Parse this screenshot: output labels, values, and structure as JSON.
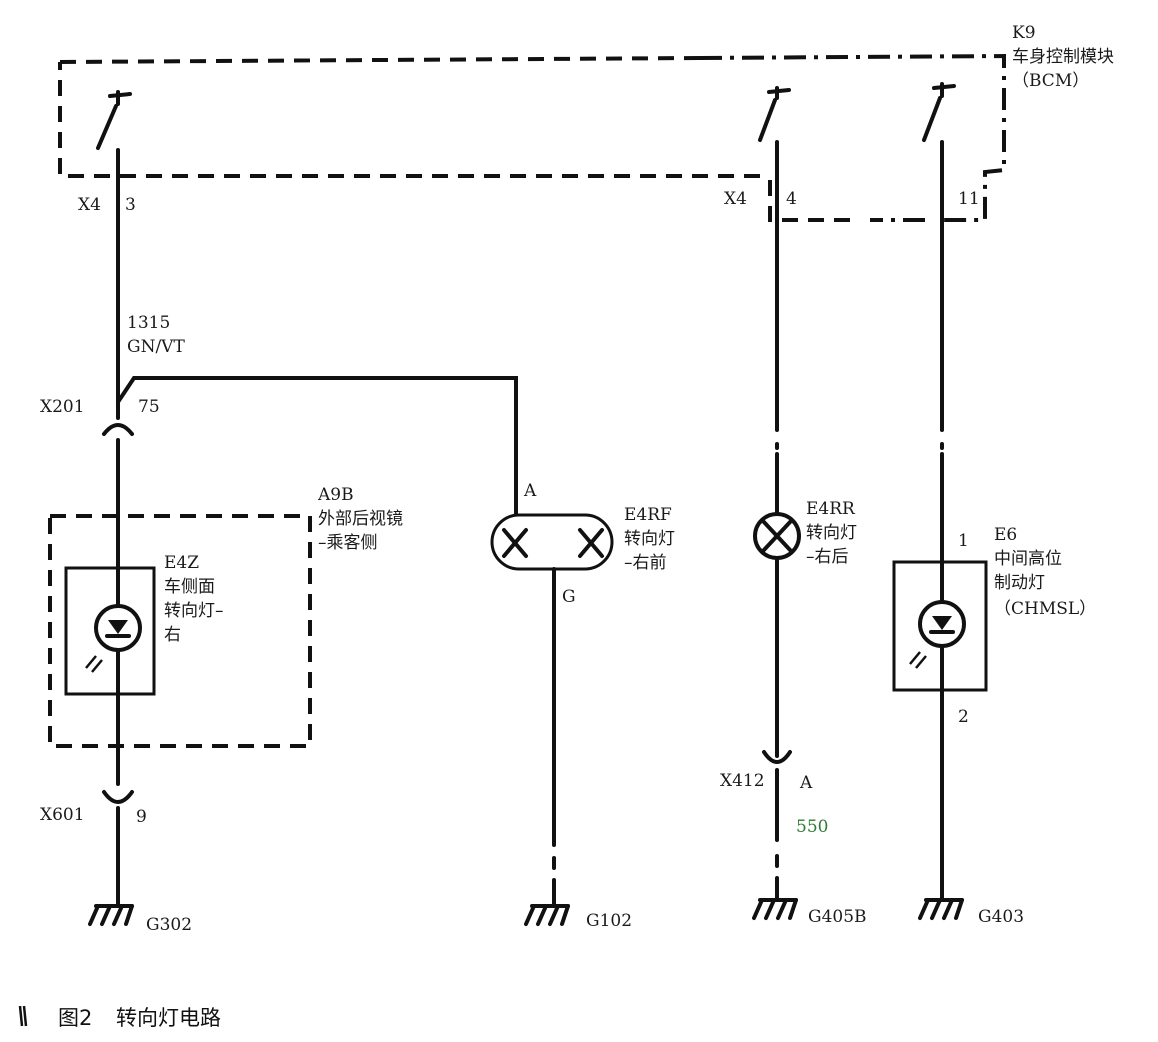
{
  "module": {
    "id": "K9",
    "name": "车身控制模块",
    "abbr": "（BCM）"
  },
  "connectors": {
    "x4_left": {
      "id": "X4",
      "pin": "3"
    },
    "x4_mid": {
      "id": "X4",
      "pin": "4"
    },
    "pin11": {
      "pin": "11"
    },
    "x201": {
      "id": "X201",
      "pin": "75"
    },
    "x601": {
      "id": "X601",
      "pin": "9"
    },
    "x412": {
      "id": "X412",
      "pin": "A"
    }
  },
  "wire": {
    "circuit": "1315",
    "color": "GN/VT",
    "circuit_550": "550"
  },
  "mirror": {
    "id": "A9B",
    "line1": "外部后视镜",
    "line2": "–乘客侧"
  },
  "lamps": {
    "e4z": {
      "id": "E4Z",
      "line1": "车侧面",
      "line2": "转向灯–",
      "line3": "右"
    },
    "e4rf": {
      "id": "E4RF",
      "line1": "转向灯",
      "line2": "–右前",
      "pin_a": "A",
      "pin_g": "G"
    },
    "e4rr": {
      "id": "E4RR",
      "line1": "转向灯",
      "line2": "–右后"
    },
    "e6": {
      "id": "E6",
      "line1": "中间高位",
      "line2": "制动灯",
      "line3": "（CHMSL）",
      "pin1": "1",
      "pin2": "2"
    }
  },
  "grounds": {
    "g302": "G302",
    "g102": "G102",
    "g405b": "G405B",
    "g403": "G403"
  },
  "caption": {
    "fig": "图2",
    "title": "转向灯电路"
  },
  "colors": {
    "ink": "#111111",
    "green_label": "#2e7d32"
  }
}
